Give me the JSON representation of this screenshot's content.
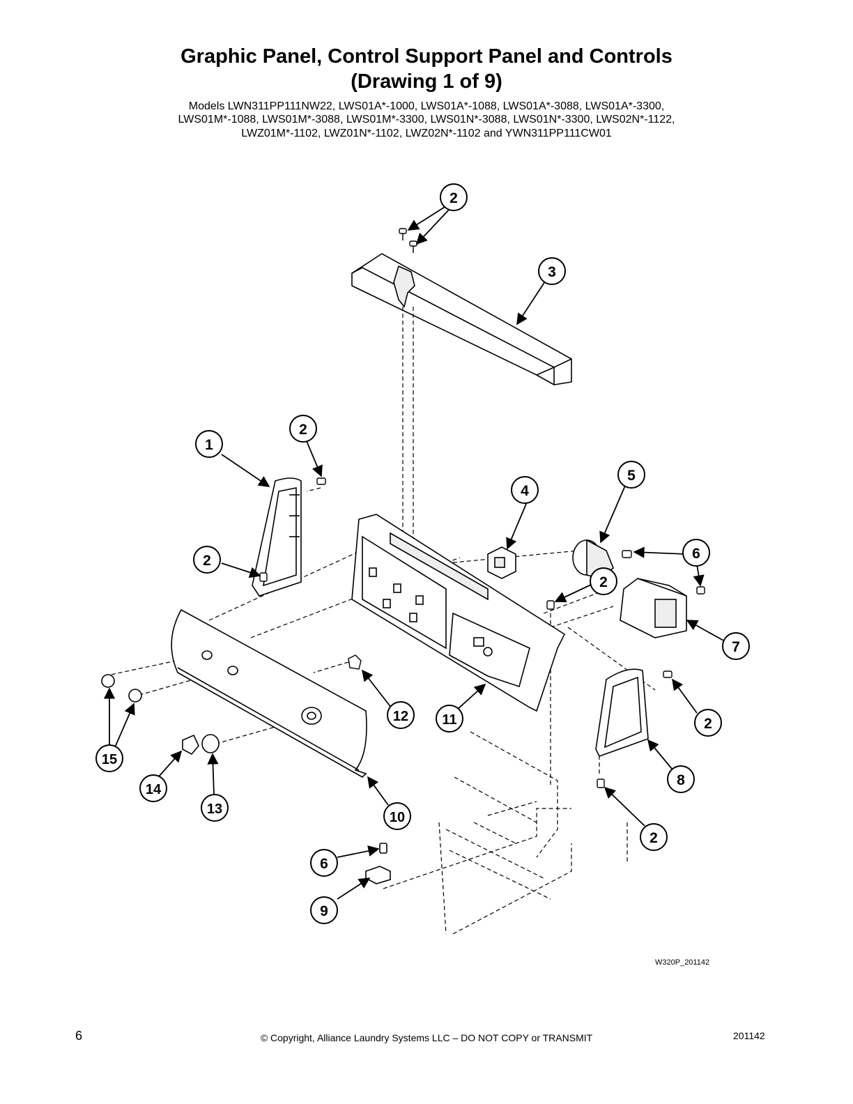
{
  "header": {
    "title_line1": "Graphic Panel, Control Support Panel and Controls",
    "title_line2": "(Drawing 1 of 9)",
    "models_line1": "Models LWN311PP111NW22, LWS01A*-1000, LWS01A*-1088, LWS01A*-3088, LWS01A*-3300,",
    "models_line2": "LWS01M*-1088, LWS01M*-3088, LWS01M*-3300, LWS01N*-3088, LWS01N*-3300, LWS02N*-1122,",
    "models_line3": "LWZ01M*-1102, LWZ01N*-1102, LWZ02N*-1102 and YWN311PP111CW01"
  },
  "callouts": [
    "2",
    "3",
    "1",
    "2",
    "4",
    "5",
    "6",
    "2",
    "2",
    "7",
    "12",
    "11",
    "2",
    "15",
    "8",
    "14",
    "13",
    "10",
    "2",
    "6",
    "9"
  ],
  "drawing_code": "W320P_201142",
  "footer": {
    "page_number": "6",
    "copyright": "© Copyright, Alliance Laundry Systems LLC – DO NOT COPY or TRANSMIT",
    "doc_code": "201142"
  }
}
